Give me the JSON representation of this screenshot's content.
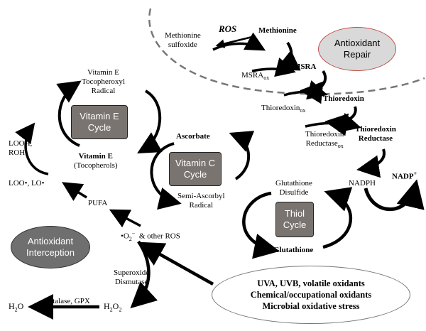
{
  "repair": {
    "title": "Antioxidant Repair",
    "ros": "ROS",
    "methionine": "Methionine",
    "met_sulfoxide": "Methionine\nsulfoxide",
    "msra_ox": "MSRA",
    "msra_ox_sub": "ox",
    "msra": "MSRA",
    "thioredoxin_ox": "Thioredoxin",
    "thioredoxin_ox_sub": "ox",
    "thioredoxin": "Thioredoxin",
    "trx_reductase_ox": "Thioredoxin\nReductase",
    "trx_reductase_ox_sub": "ox",
    "trx_reductase": "Thioredoxin\nReductase",
    "nadph": "NADPH",
    "nadp": "NADP",
    "nadp_sup": "+"
  },
  "vitamin_e": {
    "cycle": "Vitamin E\nCycle",
    "radical": "Vitamin E\nTocopheroxyl\nRadical",
    "vitamin": "Vitamin E",
    "tocopherols": "(Tocopherols)"
  },
  "vitamin_c": {
    "cycle": "Vitamin C\nCycle",
    "ascorbate": "Ascorbate",
    "semi": "Semi-Ascorbyl\nRadical"
  },
  "thiol": {
    "cycle": "Thiol\nCycle",
    "disulfide": "Glutathione\nDisulfide",
    "glutathione": "Glutathione"
  },
  "lipid": {
    "looh": "LOOH,\nROH",
    "loo": "LOO•, LO•",
    "pufa": "PUFA"
  },
  "interception": {
    "title": "Antioxidant\nInterception",
    "superoxide": "•O",
    "superoxide_sub": "2",
    "superoxide_sup": "−",
    "other_ros": "& other ROS",
    "dismutase": "Superoxide\nDismutase",
    "catalase": "Catalase, GPX",
    "h2o": "H",
    "h2o_sub": "2",
    "h2o_tail": "O",
    "h2o2": "H",
    "h2o2_sub": "2",
    "h2o2_mid": "O",
    "h2o2_sub2": "2"
  },
  "sources": {
    "line1": "UVA, UVB, volatile oxidants",
    "line2": "Chemical/occupational oxidants",
    "line3": "Microbial oxidative stress"
  }
}
